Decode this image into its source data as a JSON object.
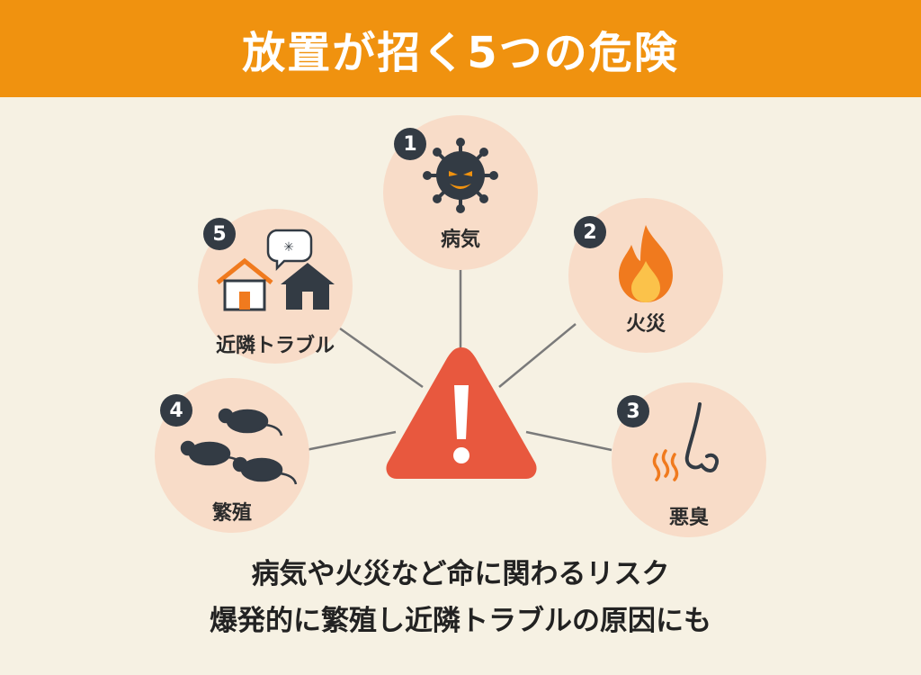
{
  "title": "放置が招く5つの危険",
  "colors": {
    "header": "#F0920F",
    "background": "#F6F1E3",
    "circle": "#F8DCC8",
    "warning": "#E8583E",
    "badge": "#333B44"
  },
  "items": [
    {
      "number": "1",
      "label": "病気",
      "icon": "virus-icon"
    },
    {
      "number": "2",
      "label": "火災",
      "icon": "fire-icon"
    },
    {
      "number": "3",
      "label": "悪臭",
      "icon": "nose-odor-icon"
    },
    {
      "number": "4",
      "label": "繁殖",
      "icon": "mice-icon"
    },
    {
      "number": "5",
      "label": "近隣トラブル",
      "icon": "houses-angry-icon"
    }
  ],
  "center_icon": "warning-icon",
  "summary": [
    "病気や火災など命に関わるリスク",
    "爆発的に繁殖し近隣トラブルの原因にも"
  ]
}
